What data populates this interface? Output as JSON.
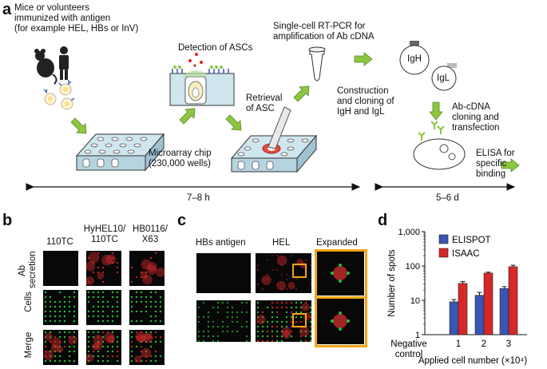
{
  "panel_a": {
    "label": "a",
    "step1": "Mice or volunteers\nimmunized with antigen\n(for example HEL, HBs or InV)",
    "chip_label": "Microarray chip\n(230,000 wells)",
    "detection": "Detection of ASCs",
    "retrieval": "Retrieval\nof ASC",
    "rtpcr": "Single-cell RT-PCR for\namplification of Ab cDNA",
    "construction": "Construction\nand cloning of\nIgH and IgL",
    "igh": "IgH",
    "igl": "IgL",
    "cloning": "Ab-cDNA\ncloning and\ntransfection",
    "elisa": "ELISA for\nspecific\nbinding",
    "time1": "7–8 h",
    "time2": "5–6 d"
  },
  "panel_b": {
    "label": "b",
    "cols": [
      "110TC",
      "HyHEL10/\n110TC",
      "HB0116/\nX63"
    ],
    "rows": [
      "Ab\nsecretion",
      "Cells",
      "Merge"
    ]
  },
  "panel_c": {
    "label": "c",
    "cols": [
      "HBs antigen",
      "HEL",
      "Expanded"
    ]
  },
  "panel_d": {
    "label": "d",
    "colors": {
      "elispot": "#3a55b4",
      "isaac": "#d62828"
    },
    "chart_data": {
      "type": "bar",
      "ylabel": "Number of spots",
      "xlabel": "Applied cell number (×10⁴)",
      "yscale": "log",
      "ylim": [
        1,
        1000
      ],
      "yticks": [
        "1",
        "10",
        "100",
        "1,000"
      ],
      "categories": [
        "Negative\ncontrol",
        "1",
        "2",
        "3"
      ],
      "series": [
        {
          "name": "ELISPOT",
          "values": [
            0,
            9,
            14,
            22
          ],
          "errors": [
            1.5,
            3,
            3
          ]
        },
        {
          "name": "ISAAC",
          "values": [
            0,
            31,
            62,
            95
          ],
          "errors": [
            4,
            4,
            10
          ]
        }
      ]
    }
  }
}
